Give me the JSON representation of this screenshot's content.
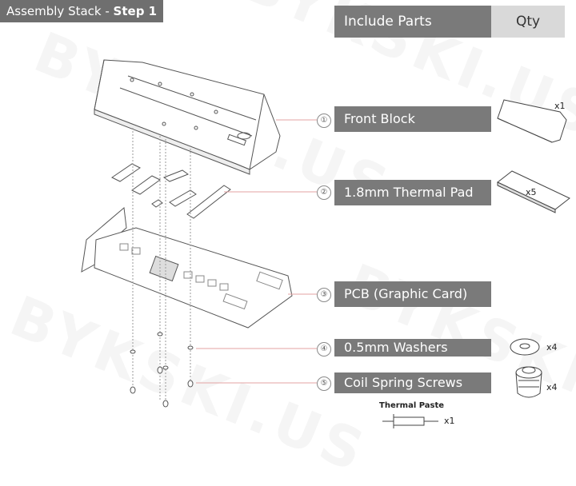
{
  "header": {
    "title_prefix": "Assembly Stack - ",
    "title_step": "Step 1",
    "include_parts": "Include Parts",
    "qty": "Qty"
  },
  "watermark": "BYKSKI.US",
  "parts": [
    {
      "num": "①",
      "name": "Front Block",
      "qty": "x1"
    },
    {
      "num": "②",
      "name": "1.8mm Thermal Pad",
      "qty": "x5"
    },
    {
      "num": "③",
      "name": "PCB (Graphic Card)",
      "qty": ""
    },
    {
      "num": "④",
      "name": "0.5mm Washers",
      "qty": "x4"
    },
    {
      "num": "⑤",
      "name": "Coil Spring Screws",
      "qty": "x4"
    }
  ],
  "thermal_paste": {
    "label": "Thermal Paste",
    "qty": "x1"
  },
  "colors": {
    "label_bg": "#7a7a7a",
    "qty_bg": "#d9d9d9",
    "leader_line": "#e3a3a3"
  }
}
